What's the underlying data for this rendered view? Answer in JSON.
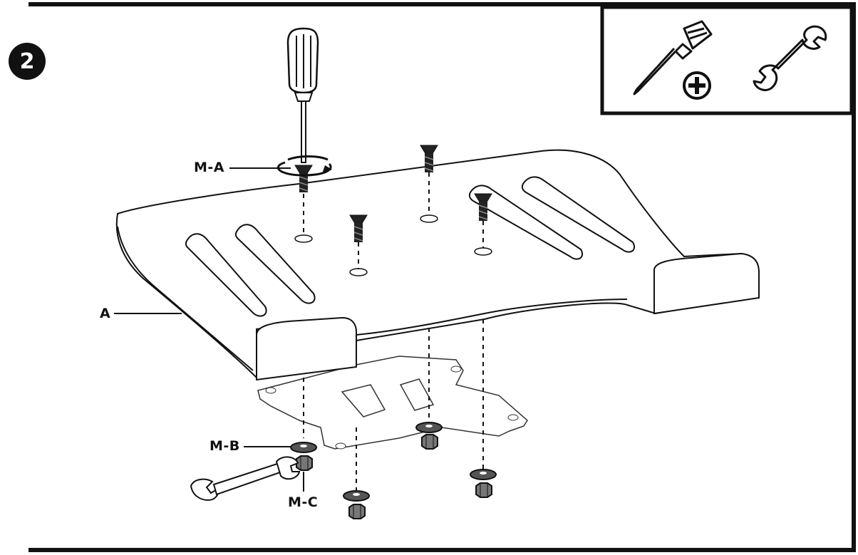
{
  "step": {
    "number": "2"
  },
  "labels": {
    "screw": "M-A",
    "plate": "A",
    "washer": "M-B",
    "nut": "M-C"
  },
  "tools": {
    "screwdriver": "phillips-screwdriver-icon",
    "wrench": "wrench-icon",
    "phillips_symbol": "phillips-plus-icon"
  }
}
